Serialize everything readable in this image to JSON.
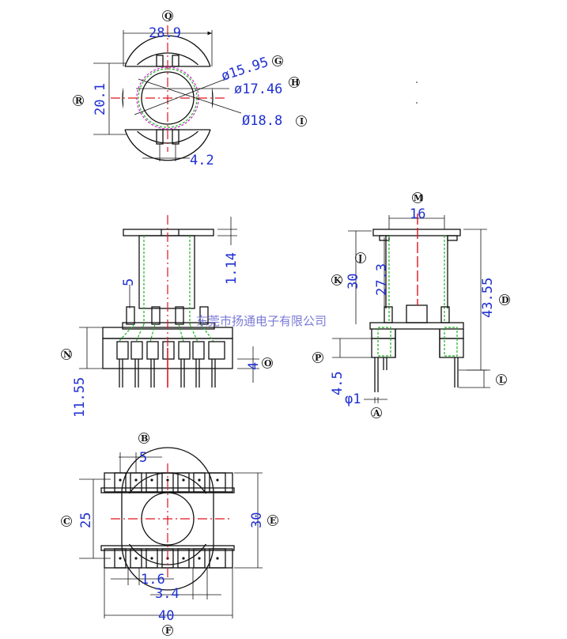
{
  "watermark": "东莞市扬通电子有限公司",
  "top_view": {
    "width": "28.9",
    "height": "20.1",
    "d1": "ø15.95",
    "d2": "ø17.46",
    "d3": "Ø18.8",
    "slot": "4.2",
    "labels": {
      "Q": "Q",
      "R": "R",
      "G": "G",
      "H": "H",
      "I": "I"
    }
  },
  "front_view": {
    "pin_top": "5",
    "flange": "1.14",
    "height": "11.55",
    "pin_len": "4",
    "labels": {
      "N": "N",
      "O": "O"
    }
  },
  "side_view": {
    "width": "16",
    "inner": "27.3",
    "mid": "30",
    "total": "43.55",
    "pin_ext": "4.5",
    "pin_d": "φ1",
    "labels": {
      "M": "M",
      "J": "J",
      "K": "K",
      "D": "D",
      "P": "P",
      "L": "L",
      "A": "A"
    }
  },
  "bottom_view": {
    "pitch": "5",
    "w25": "25",
    "w30": "30",
    "d16": "1.6",
    "d34": "3.4",
    "w40": "40",
    "labels": {
      "B": "B",
      "C": "C",
      "E": "E",
      "F": "F"
    }
  }
}
